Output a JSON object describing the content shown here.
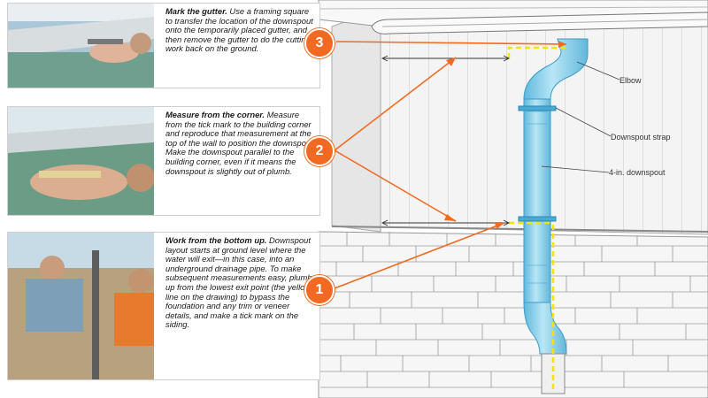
{
  "steps": [
    {
      "number": "3",
      "title": "Mark the gutter.",
      "body": "Use a framing square to transfer the location of the downspout onto the temporarily placed gutter, and then remove the gutter to do the cutting work back on the ground."
    },
    {
      "number": "2",
      "title": "Measure from the corner.",
      "body": "Measure from the tick mark to the building corner and reproduce that measurement at the top of the wall to position the downspout. Make the downspout parallel to the building corner, even if it means the downspout is slightly out of plumb."
    },
    {
      "number": "1",
      "title": "Work from the bottom up.",
      "body": "Downspout layout starts at ground level where the water will exit—in this case, into an underground drainage pipe. To make subsequent measurements easy, plumb up from the lowest exit point (the yellow line on the drawing) to bypass the foundation and any trim or veneer details, and make a tick mark on the siding."
    }
  ],
  "labels": {
    "elbow": "Elbow",
    "strap": "Downspout strap",
    "downspout": "4-in. downspout"
  },
  "colors": {
    "accent": "#f26a21",
    "downspout": "#8fd3ee",
    "plumb_line": "#f2e600"
  }
}
